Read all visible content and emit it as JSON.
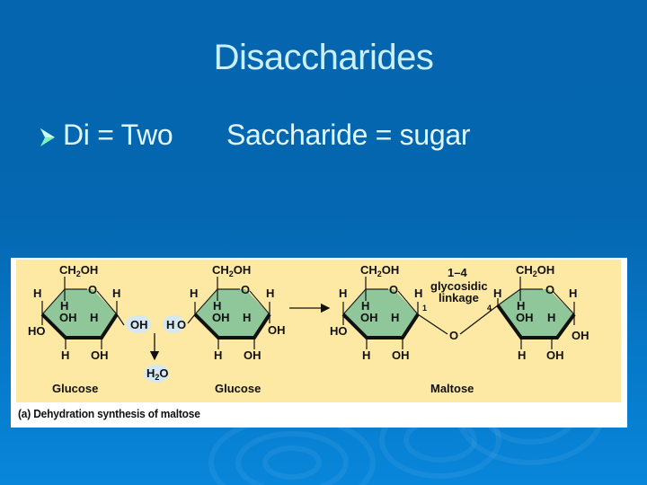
{
  "slide": {
    "title": "Disaccharides",
    "bullet": {
      "icon": "arrowhead-bullet-icon",
      "part1": "Di = Two",
      "part2": "Saccharide = sugar"
    }
  },
  "figure": {
    "caption": "(a) Dehydration synthesis of maltose",
    "colors": {
      "background_top": "#0565ae",
      "background_bottom": "#0886da",
      "title_text": "#c8f0ff",
      "panel": "#fde9a3",
      "ring_fill": "#8fc79a",
      "highlight_bubble": "#d6e8f2"
    },
    "molecules": [
      {
        "name": "Glucose",
        "labels": {
          "ch2oh": "CH2OH",
          "o": "O",
          "h_c5": "H",
          "h_c1": "H",
          "h_c4": "H",
          "oh_c3": "OH",
          "h_c2": "H",
          "ho_c4": "HO",
          "h_c3": "H",
          "oh_c2": "OH",
          "oh_c1": "OH"
        }
      },
      {
        "name": "Glucose",
        "labels": {
          "ch2oh": "CH2OH",
          "o": "O",
          "h_c5": "H",
          "h_c1": "H",
          "h_c4": "H",
          "oh_c3": "OH",
          "h_c2": "H",
          "ho_c4": "HO",
          "h_c3": "H",
          "oh_c2": "OH",
          "oh_c1": "OH"
        }
      },
      {
        "name": "Maltose",
        "linkage_label_line1": "1–4",
        "linkage_label_line2": "glycosidic",
        "linkage_label_line3": "linkage",
        "carbon_1": "1",
        "carbon_4": "4",
        "bridge_oxygen": "O"
      }
    ],
    "water": "H2O",
    "reaction_arrow": "right-arrow-icon",
    "water_arrow": "down-arrow-icon"
  }
}
